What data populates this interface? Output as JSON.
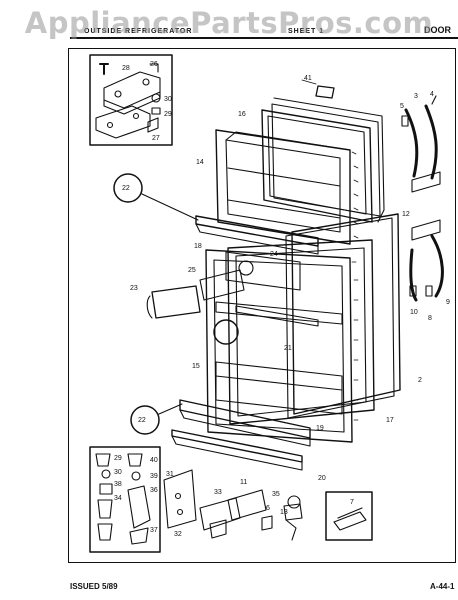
{
  "watermark": "AppliancePartsPros.com",
  "header": {
    "left": "OUTSIDE REFRIGERATOR",
    "middle": "SHEET 1",
    "right": "DOOR"
  },
  "footer": {
    "issued": "ISSUED 5/89",
    "page_code": "A-44-1"
  },
  "callouts": [
    "41",
    "16",
    "5",
    "3",
    "4",
    "14",
    "12",
    "22",
    "18",
    "24",
    "9",
    "25",
    "23",
    "10",
    "8",
    "21",
    "15",
    "2",
    "17",
    "22",
    "19",
    "20",
    "28",
    "26",
    "30",
    "29",
    "27",
    "29",
    "30",
    "40",
    "38",
    "39",
    "34",
    "36",
    "37",
    "31",
    "33",
    "11",
    "35",
    "6",
    "13",
    "32",
    "7"
  ],
  "colors": {
    "ink": "#111111",
    "watermark": "#969696"
  }
}
